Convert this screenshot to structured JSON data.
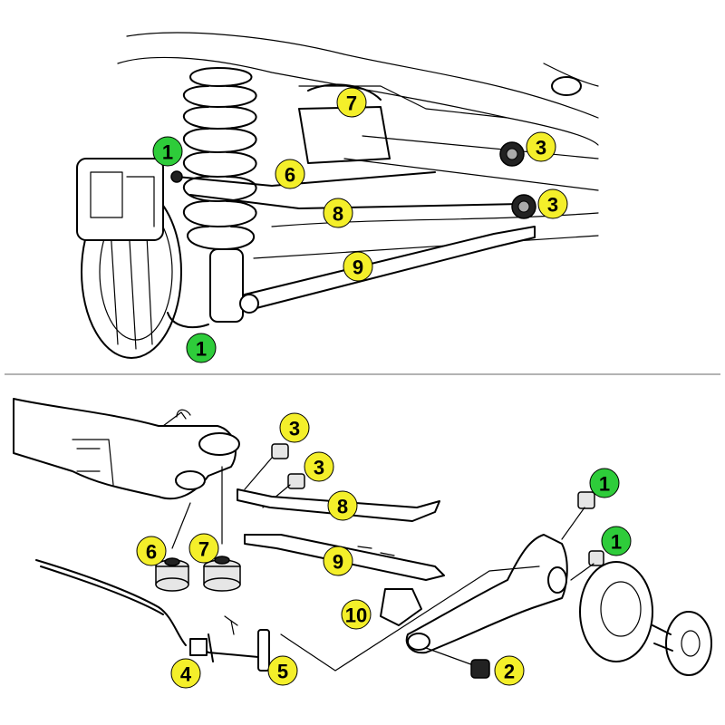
{
  "colors": {
    "callout_yellow": "#f4ef2a",
    "callout_green": "#2ecc3a",
    "divider": "#9a9a9a",
    "line": "#000000",
    "background": "#ffffff"
  },
  "top_view": {
    "callouts": [
      {
        "id": "t1a",
        "label": "1",
        "color": "green"
      },
      {
        "id": "t1b",
        "label": "1",
        "color": "green"
      },
      {
        "id": "t7",
        "label": "7",
        "color": "yellow"
      },
      {
        "id": "t6",
        "label": "6",
        "color": "yellow"
      },
      {
        "id": "t8",
        "label": "8",
        "color": "yellow"
      },
      {
        "id": "t9",
        "label": "9",
        "color": "yellow"
      },
      {
        "id": "t3a",
        "label": "3",
        "color": "yellow"
      },
      {
        "id": "t3b",
        "label": "3",
        "color": "yellow"
      }
    ]
  },
  "exploded_view": {
    "callouts": [
      {
        "id": "e3a",
        "label": "3",
        "color": "yellow"
      },
      {
        "id": "e3b",
        "label": "3",
        "color": "yellow"
      },
      {
        "id": "e8",
        "label": "8",
        "color": "yellow"
      },
      {
        "id": "e9",
        "label": "9",
        "color": "yellow"
      },
      {
        "id": "e6",
        "label": "6",
        "color": "yellow"
      },
      {
        "id": "e7",
        "label": "7",
        "color": "yellow"
      },
      {
        "id": "e10",
        "label": "10",
        "color": "yellow"
      },
      {
        "id": "e4",
        "label": "4",
        "color": "yellow"
      },
      {
        "id": "e5",
        "label": "5",
        "color": "yellow"
      },
      {
        "id": "e2",
        "label": "2",
        "color": "yellow"
      },
      {
        "id": "e1a",
        "label": "1",
        "color": "green"
      },
      {
        "id": "e1b",
        "label": "1",
        "color": "green"
      }
    ]
  }
}
